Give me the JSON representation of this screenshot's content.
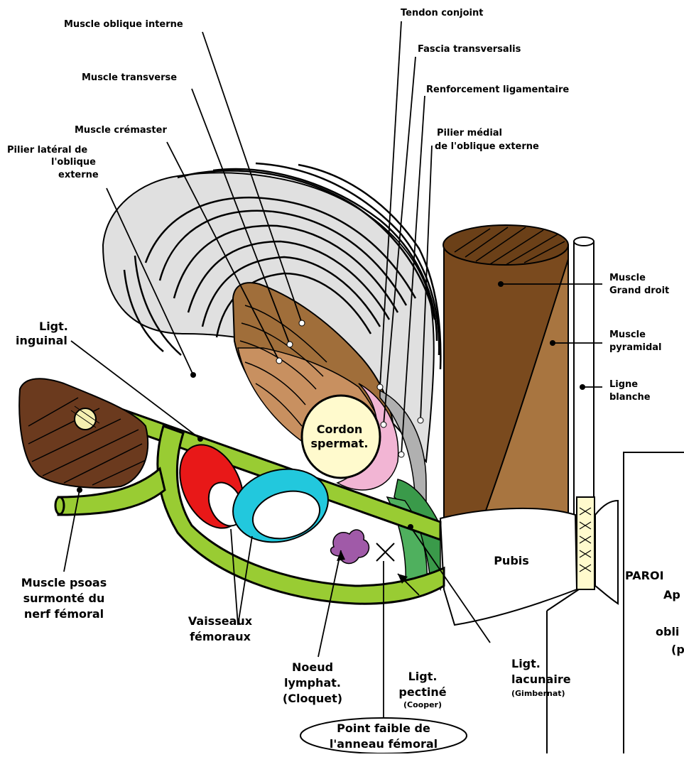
{
  "labels": {
    "tendon_conjoint": "Tendon conjoint",
    "muscle_oblique_interne": "Muscle oblique interne",
    "fascia_transversalis": "Fascia transversalis",
    "muscle_transverse": "Muscle transverse",
    "renforcement_ligamentaire": "Renforcement ligamentaire",
    "muscle_cremaster": "Muscle crémaster",
    "pilier_medial_1": "Pilier médial",
    "pilier_medial_2": "de l'oblique externe",
    "pilier_lateral_1": "Pilier latéral de",
    "pilier_lateral_2": "l'oblique",
    "pilier_lateral_3": "externe",
    "grand_droit_1": "Muscle",
    "grand_droit_2": "Grand droit",
    "pyramidal_1": "Muscle",
    "pyramidal_2": "pyramidal",
    "ligne_blanche_1": "Ligne",
    "ligne_blanche_2": "blanche",
    "ligt_inguinal_1": "Ligt.",
    "ligt_inguinal_2": "inguinal",
    "cordon_1": "Cordon",
    "cordon_2": "spermat.",
    "pubis": "Pubis",
    "psoas_1": "Muscle psoas",
    "psoas_2": "surmonté du",
    "psoas_3": "nerf fémoral",
    "vaisseaux_1": "Vaisseaux",
    "vaisseaux_2": "fémoraux",
    "noeud_1": "Noeud",
    "noeud_2": "lymphat.",
    "noeud_3": "(Cloquet)",
    "pectine_1": "Ligt.",
    "pectine_2": "pectiné",
    "pectine_3": "(Cooper)",
    "lacunaire_1": "Ligt.",
    "lacunaire_2": "lacunaire",
    "lacunaire_3": "(Gimbernat)",
    "point_faible_1": "Point faible de",
    "point_faible_2": "l'anneau fémoral",
    "paroi_1": "PAROI",
    "paroi_2": "Ap",
    "paroi_3": "obli",
    "paroi_4": "(p"
  },
  "colors": {
    "lateral_crus": "#e0e0e0",
    "internal_oblique": "#a06e3a",
    "cord": "#fffacd",
    "cremaster_pink": "#f2b5d4",
    "ligament_green": "#99cc33",
    "rectus_dark": "#7a4a1e",
    "pyramidal": "#a87540",
    "artery_red": "#e81818",
    "vein_cyan": "#22c8dd",
    "lymph_purple": "#a05aa8",
    "lacunar_green": "#3a9a4a"
  }
}
